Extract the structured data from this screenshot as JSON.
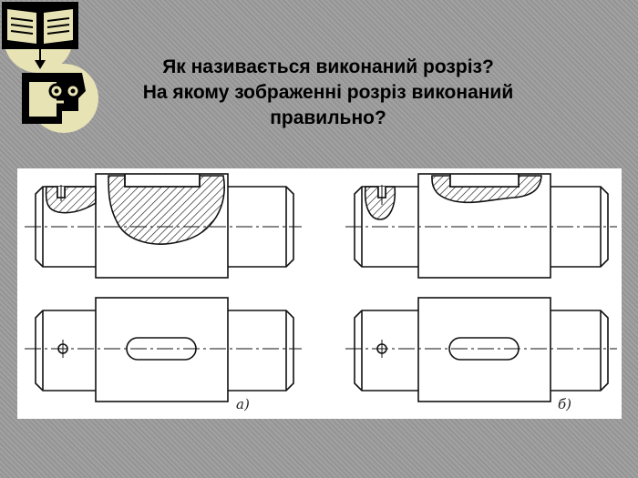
{
  "slide": {
    "title_lines": [
      "Як називається виконаний розріз?",
      "На якому зображенні розріз виконаний",
      "правильно?"
    ]
  },
  "icons": [
    "book-icon",
    "thinking-person-icon"
  ],
  "figure": {
    "label_a": "а)",
    "label_b": "б)"
  }
}
